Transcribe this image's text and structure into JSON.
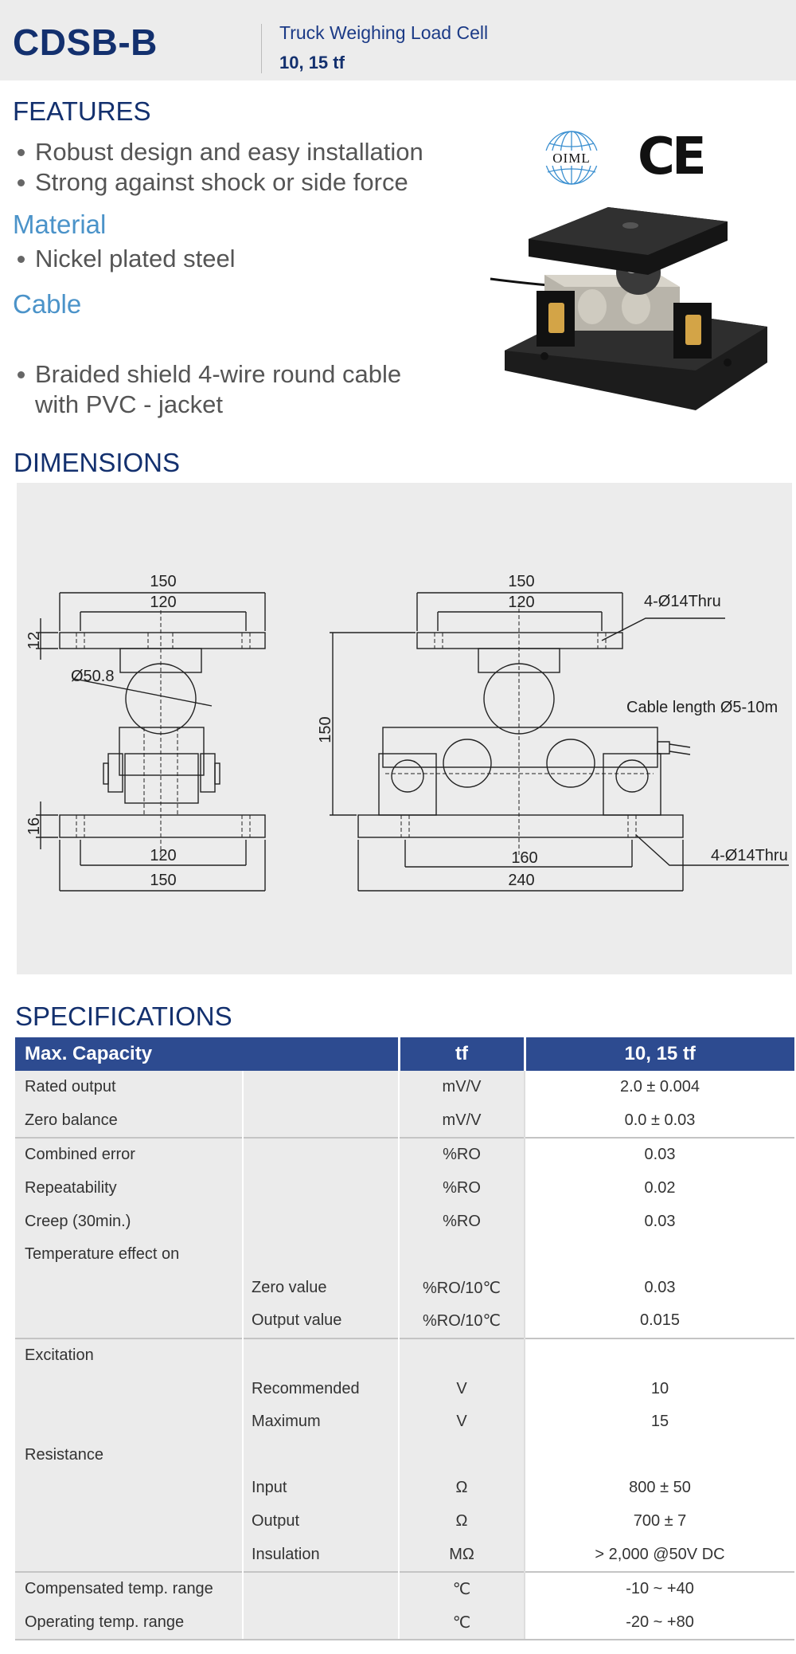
{
  "header": {
    "model": "CDSB-B",
    "subtitle": "Truck Weighing Load Cell",
    "range": "10, 15 tf"
  },
  "features": {
    "title": "FEATURES",
    "items": [
      "Robust design and easy installation",
      "Strong against shock or side force"
    ]
  },
  "material": {
    "title": "Material",
    "items": [
      "Nickel plated steel"
    ]
  },
  "cable": {
    "title": "Cable",
    "items": [
      "Braided shield 4-wire round cable\nwith PVC - jacket"
    ]
  },
  "logos": {
    "oiml": "OIML",
    "ce": "CE"
  },
  "dimensions": {
    "title": "DIMENSIONS",
    "labels": {
      "l_150_top": "150",
      "l_120_top": "120",
      "l_12": "12",
      "l_dia": "Ø50.8",
      "l_16": "16",
      "l_120_bot": "120",
      "l_150_bot": "150",
      "r_150_top": "150",
      "r_120_top": "120",
      "r_thru_top": "4-Ø14Thru",
      "r_cable": "Cable length Ø5-10m",
      "r_150_h": "150",
      "r_160": "160",
      "r_240": "240",
      "r_thru_bot": "4-Ø14Thru"
    }
  },
  "specs": {
    "title": "SPECIFICATIONS",
    "header": [
      "Max. Capacity",
      "tf",
      "10, 15 tf"
    ],
    "rows": [
      {
        "c1": "Rated output",
        "c2": "",
        "unit": "mV/V",
        "value": "2.0 ± 0.004"
      },
      {
        "c1": "Zero balance",
        "c2": "",
        "unit": "mV/V",
        "value": "0.0 ± 0.03"
      },
      {
        "c1": "Combined error",
        "c2": "",
        "unit": "%RO",
        "value": "0.03"
      },
      {
        "c1": "Repeatability",
        "c2": "",
        "unit": "%RO",
        "value": "0.02"
      },
      {
        "c1": "Creep (30min.)",
        "c2": "",
        "unit": "%RO",
        "value": "0.03"
      },
      {
        "c1": "Temperature effect on",
        "c2": "",
        "unit": "",
        "value": ""
      },
      {
        "c1": "",
        "c2": "Zero value",
        "unit": "%RO/10℃",
        "value": "0.03"
      },
      {
        "c1": "",
        "c2": "Output  value",
        "unit": "%RO/10℃",
        "value": "0.015"
      },
      {
        "c1": "Excitation",
        "c2": "",
        "unit": "",
        "value": ""
      },
      {
        "c1": "",
        "c2": "Recommended",
        "unit": "V",
        "value": "10"
      },
      {
        "c1": "",
        "c2": "Maximum",
        "unit": "V",
        "value": "15"
      },
      {
        "c1": "Resistance",
        "c2": "",
        "unit": "",
        "value": ""
      },
      {
        "c1": "",
        "c2": "Input",
        "unit": "Ω",
        "value": "800 ± 50"
      },
      {
        "c1": "",
        "c2": "Output",
        "unit": "Ω",
        "value": "700 ± 7"
      },
      {
        "c1": "",
        "c2": "Insulation",
        "unit": "MΩ",
        "value": "> 2,000 @50V DC"
      },
      {
        "c1": "Compensated temp. range",
        "c2": "",
        "unit": "℃",
        "value": "-10 ~ +40"
      },
      {
        "c1": "Operating temp. range",
        "c2": "",
        "unit": "℃",
        "value": "-20 ~ +80"
      }
    ]
  }
}
